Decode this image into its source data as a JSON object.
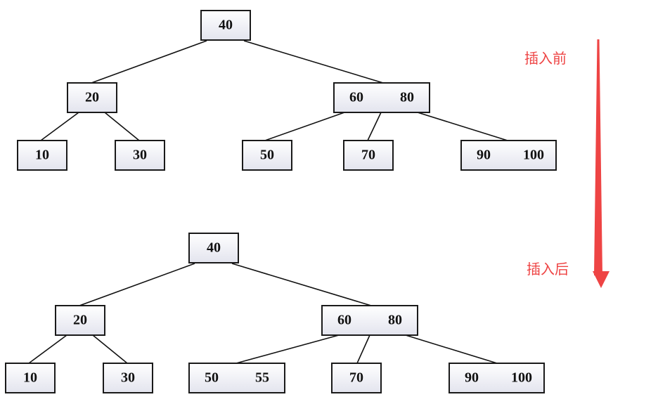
{
  "colors": {
    "node_fill_top": "#ffffff",
    "node_fill_bottom": "#e3e4ee",
    "node_border": "#1a1a1a",
    "edge": "#111111",
    "annotation": "#ee4444"
  },
  "labels": {
    "before": "插入前",
    "after": "插入后"
  },
  "trees": {
    "before": {
      "nodes": [
        {
          "id": "root",
          "keys": [
            "40"
          ]
        },
        {
          "id": "left",
          "keys": [
            "20"
          ]
        },
        {
          "id": "right",
          "keys": [
            "60",
            "80"
          ]
        },
        {
          "id": "leaf-1",
          "keys": [
            "10"
          ]
        },
        {
          "id": "leaf-2",
          "keys": [
            "30"
          ]
        },
        {
          "id": "leaf-3",
          "keys": [
            "50"
          ]
        },
        {
          "id": "leaf-4",
          "keys": [
            "70"
          ]
        },
        {
          "id": "leaf-5",
          "keys": [
            "90",
            "100"
          ]
        }
      ],
      "edges": [
        [
          "root",
          "left"
        ],
        [
          "root",
          "right"
        ],
        [
          "left",
          "leaf-1"
        ],
        [
          "left",
          "leaf-2"
        ],
        [
          "right",
          "leaf-3"
        ],
        [
          "right",
          "leaf-4"
        ],
        [
          "right",
          "leaf-5"
        ]
      ]
    },
    "after": {
      "nodes": [
        {
          "id": "root",
          "keys": [
            "40"
          ]
        },
        {
          "id": "left",
          "keys": [
            "20"
          ]
        },
        {
          "id": "right",
          "keys": [
            "60",
            "80"
          ]
        },
        {
          "id": "leaf-1",
          "keys": [
            "10"
          ]
        },
        {
          "id": "leaf-2",
          "keys": [
            "30"
          ]
        },
        {
          "id": "leaf-3",
          "keys": [
            "50",
            "55"
          ]
        },
        {
          "id": "leaf-4",
          "keys": [
            "70"
          ]
        },
        {
          "id": "leaf-5",
          "keys": [
            "90",
            "100"
          ]
        }
      ],
      "edges": [
        [
          "root",
          "left"
        ],
        [
          "root",
          "right"
        ],
        [
          "left",
          "leaf-1"
        ],
        [
          "left",
          "leaf-2"
        ],
        [
          "right",
          "leaf-3"
        ],
        [
          "right",
          "leaf-4"
        ],
        [
          "right",
          "leaf-5"
        ]
      ]
    }
  }
}
